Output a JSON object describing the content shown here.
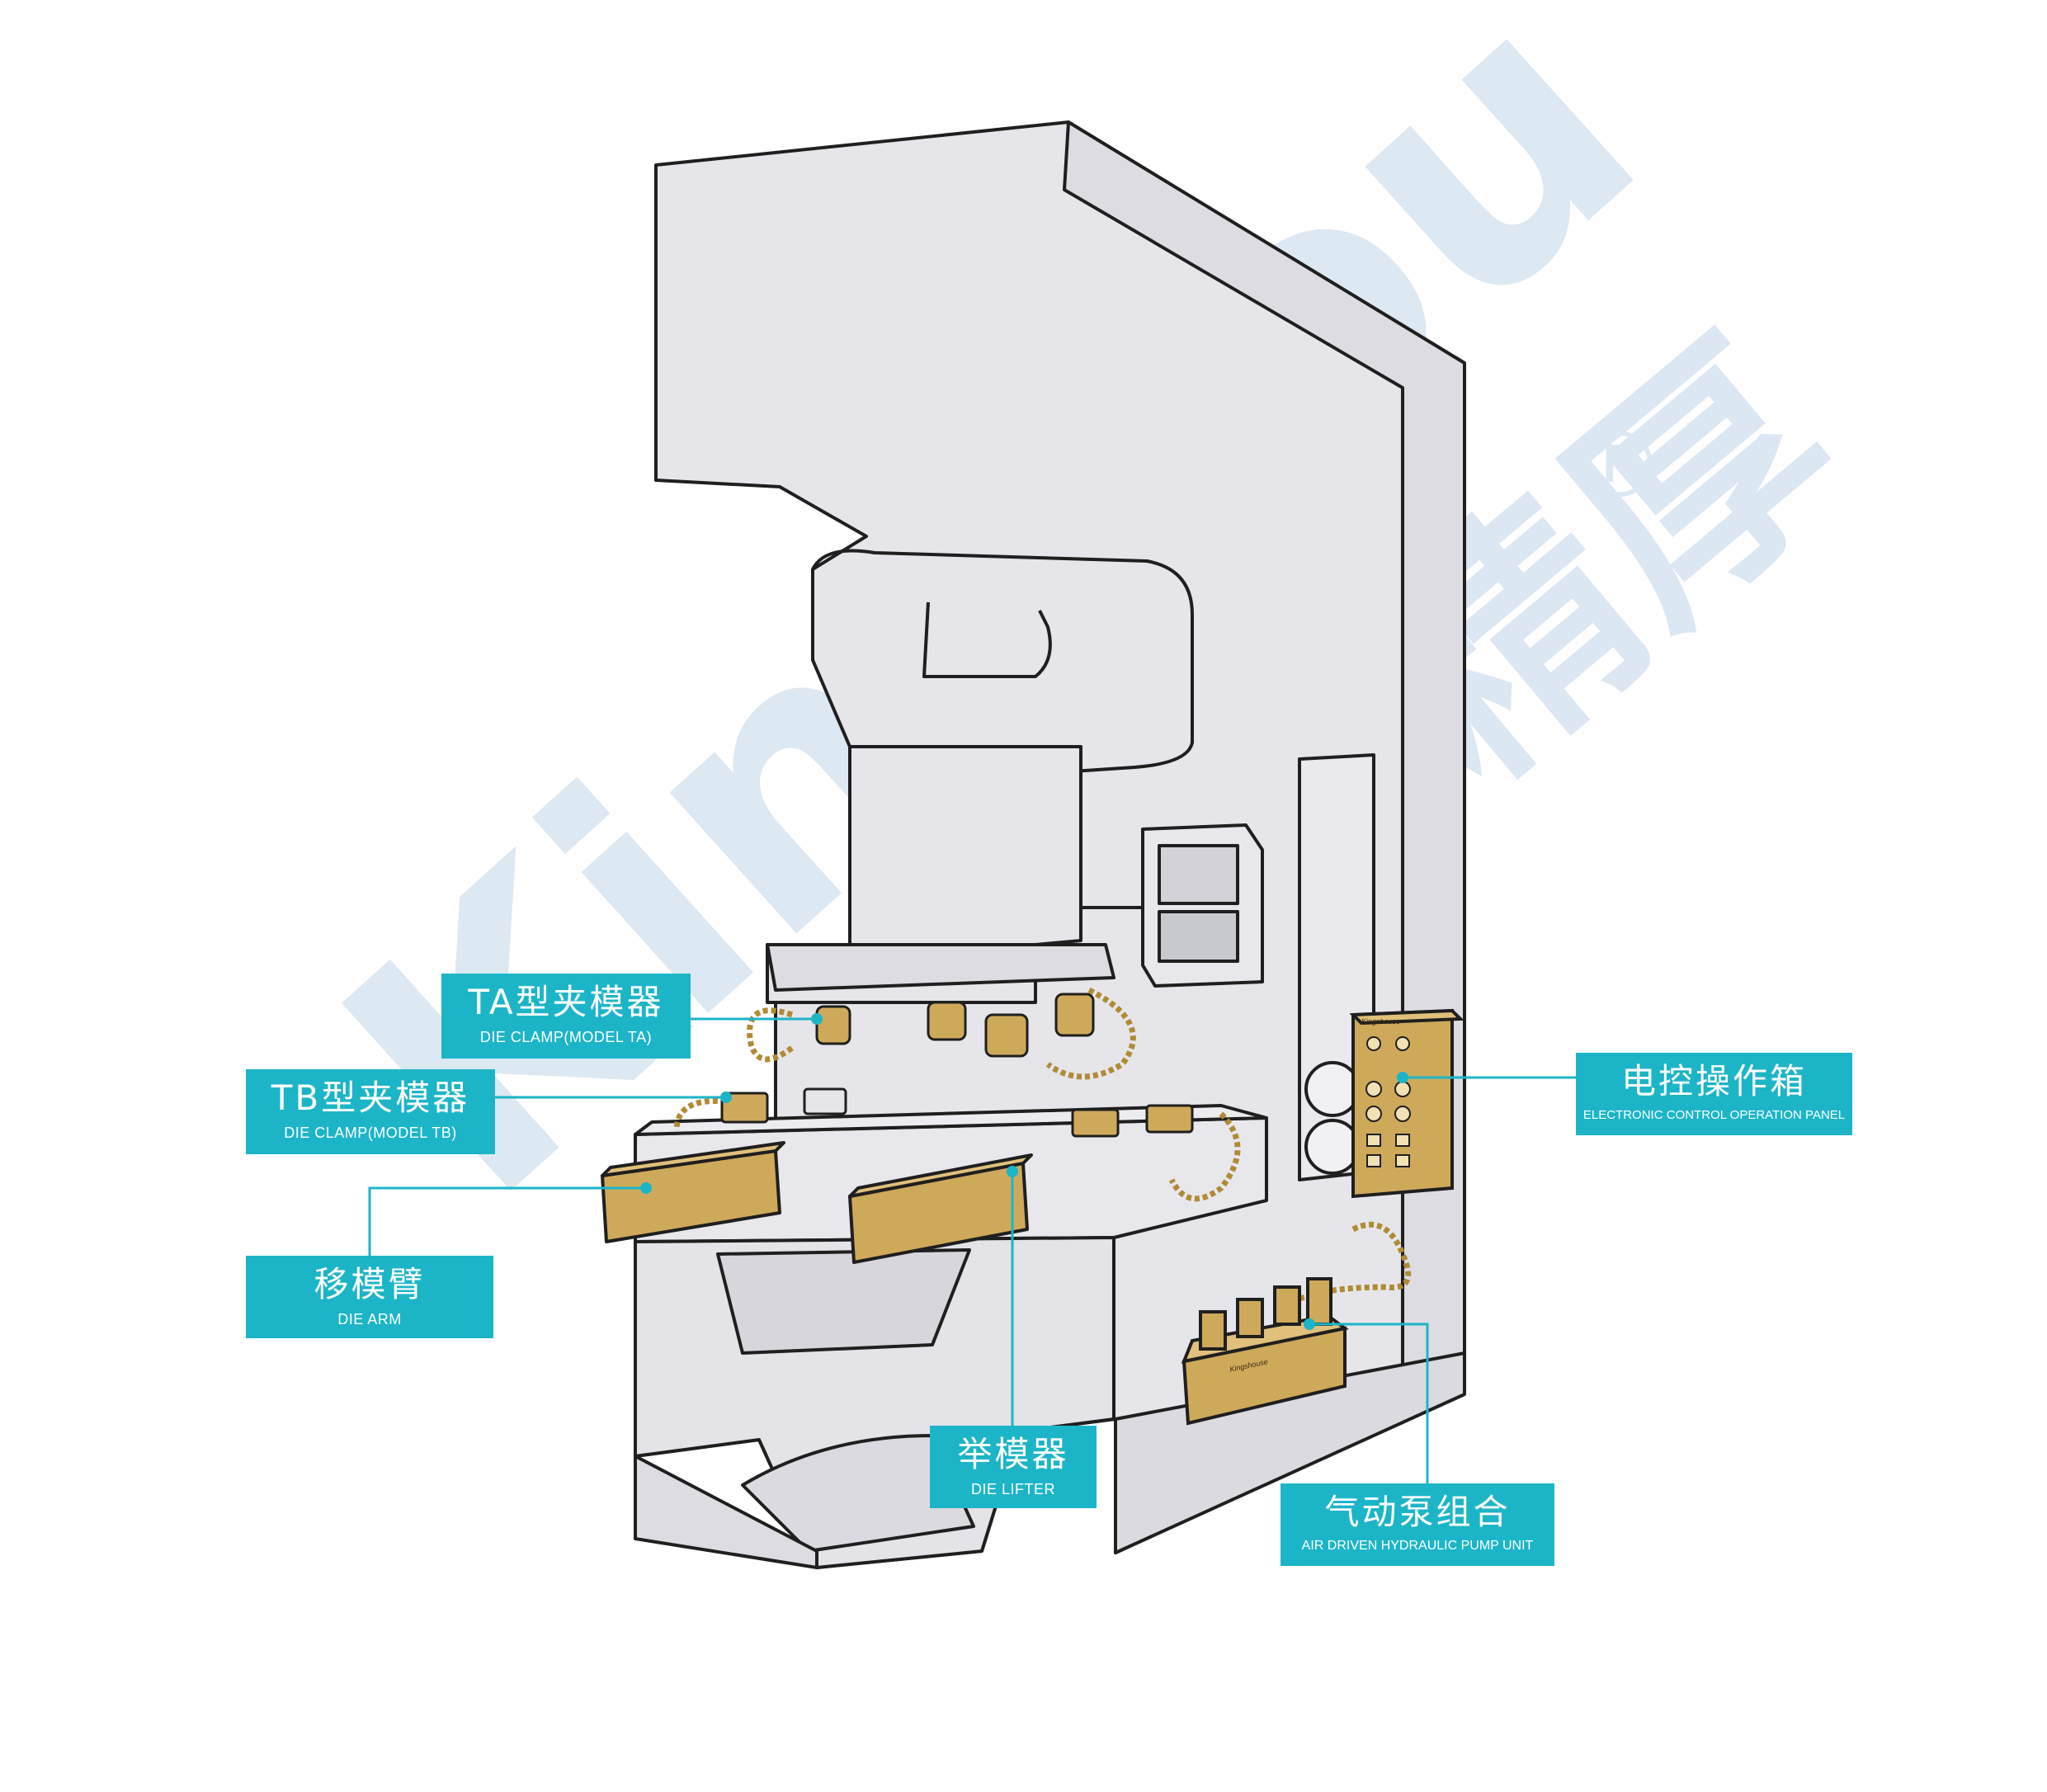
{
  "watermark": {
    "latin": "Kinshou",
    "chinese": "精厚",
    "registered_mark": "®"
  },
  "labels": {
    "ta_clamp": {
      "cn": "TA型夹模器",
      "en": "DIE CLAMP(MODEL TA)"
    },
    "tb_clamp": {
      "cn": "TB型夹模器",
      "en": "DIE CLAMP(MODEL TB)"
    },
    "die_arm": {
      "cn": "移模臂",
      "en": "DIE ARM"
    },
    "die_lifter": {
      "cn": "举模器",
      "en": "DIE LIFTER"
    },
    "control_panel": {
      "cn": "电控操作箱",
      "en": "ELECTRONIC CONTROL OPERATION PANEL"
    },
    "pump_unit": {
      "cn": "气动泵组合",
      "en": "AIR DRIVEN HYDRAULIC PUMP UNIT"
    }
  },
  "brand_plates": {
    "control_box": "Kingshouse",
    "pump_unit": "Kingshouse"
  },
  "colors": {
    "label_bg": "#1cb5c8",
    "label_text": "#ffffff",
    "machine_fill": "#e6e6ea",
    "outline": "#1f1f1f",
    "brass": "#cfa95a",
    "watermark": "#dbe7f2"
  }
}
